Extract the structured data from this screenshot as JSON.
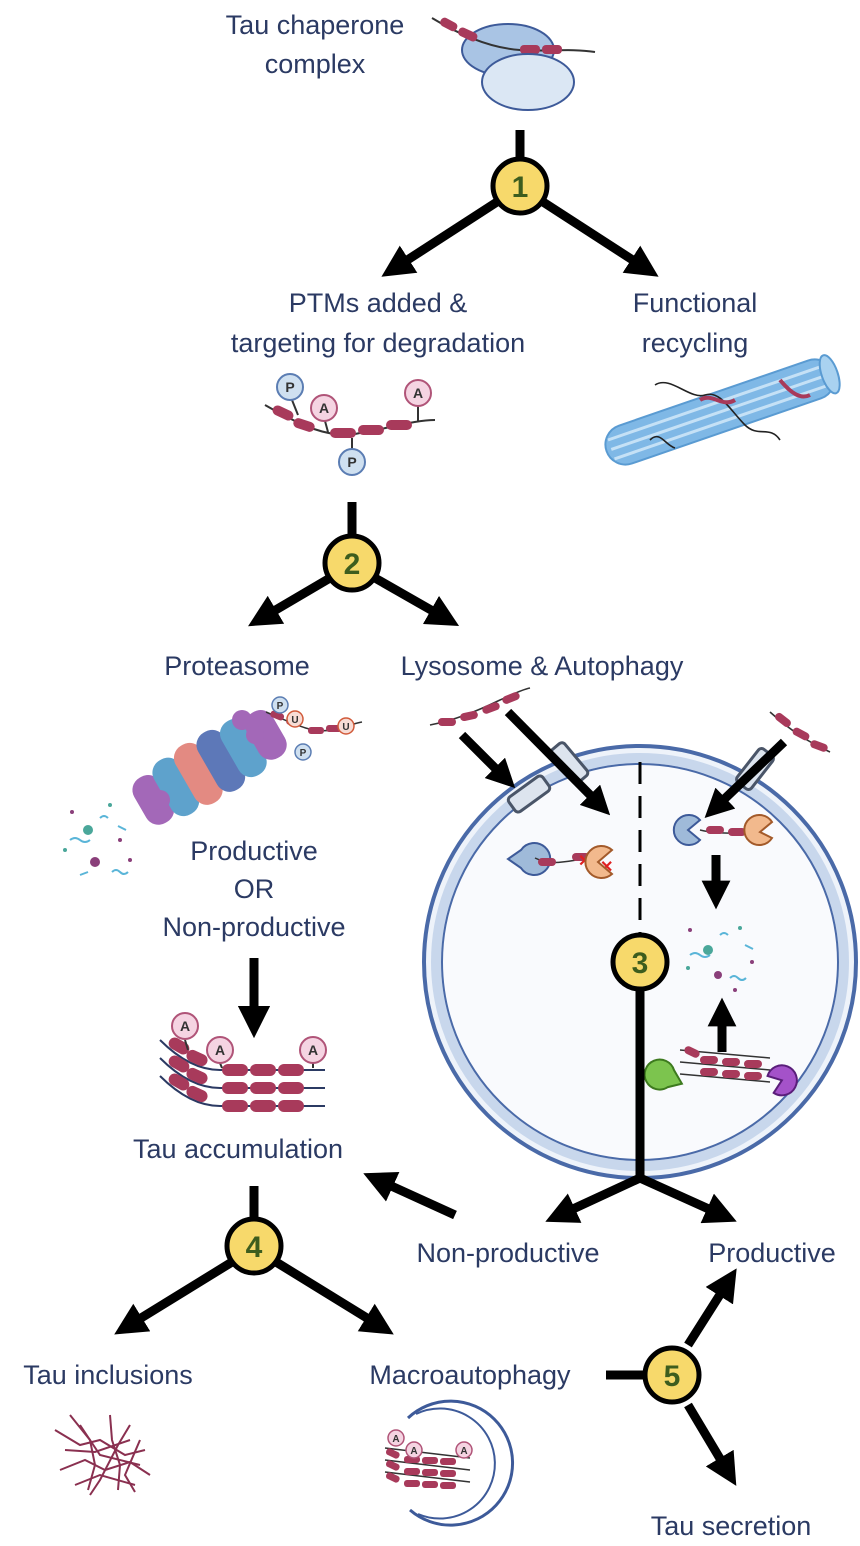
{
  "labels": {
    "chaperone_line1": "Tau chaperone",
    "chaperone_line2": "complex",
    "ptm_line1": "PTMs added &",
    "ptm_line2": "targeting for degradation",
    "recycling_line1": "Functional",
    "recycling_line2": "recycling",
    "proteasome": "Proteasome",
    "lysosome": "Lysosome & Autophagy",
    "outcome_line1": "Productive",
    "outcome_line2": "OR",
    "outcome_line3": "Non-productive",
    "accumulation": "Tau accumulation",
    "nonproductive": "Non-productive",
    "productive": "Productive",
    "inclusions": "Tau inclusions",
    "macroautophagy": "Macroautophagy",
    "secretion": "Tau secretion"
  },
  "steps": [
    "1",
    "2",
    "3",
    "4",
    "5"
  ],
  "ptm": {
    "phospho": "P",
    "acetyl": "A",
    "ubiquitin": "U"
  },
  "colors": {
    "text": "#2b3a63",
    "step_fill": "#f7d96b",
    "tau": "#a83a5b",
    "lysosome_fill": "#dbe6f3",
    "lysosome_stroke": "#4a6aa8",
    "phospho": "#cfe0f0",
    "acetyl": "#f5d4e2"
  }
}
